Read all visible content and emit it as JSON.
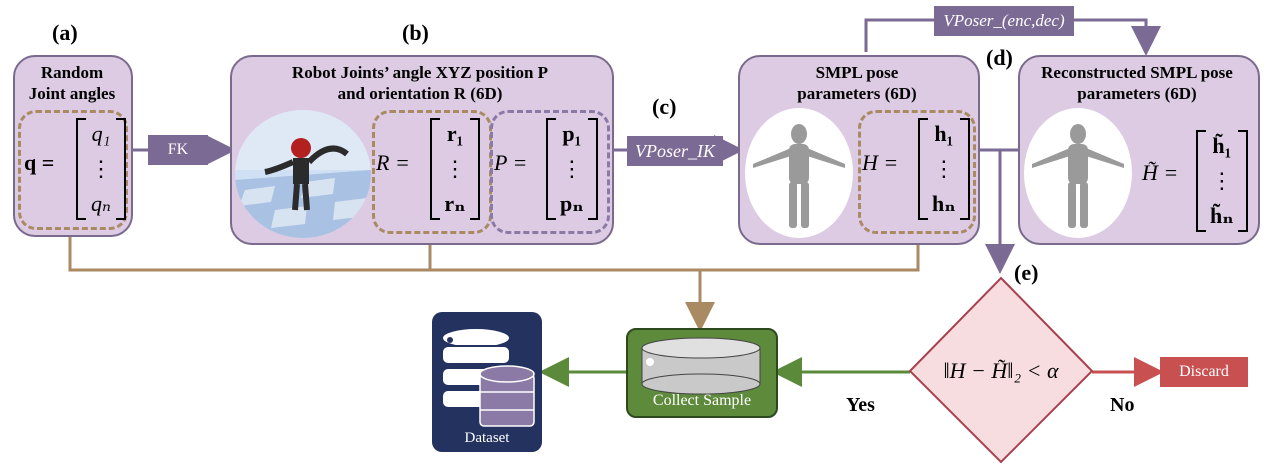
{
  "panels": {
    "a": "(a)",
    "b": "(b)",
    "c": "(c)",
    "d": "(d)",
    "e": "(e)"
  },
  "box_a": {
    "title_line1": "Random",
    "title_line2": "Joint angles",
    "var": "q =",
    "m_top": "q₁",
    "m_mid": "⋮",
    "m_bot": "qₙ"
  },
  "box_b": {
    "title_line1": "Robot Joints’ angle XYZ position P",
    "title_line2": "and orientation R (6D)",
    "r_var": "R =",
    "r_top": "r₁",
    "r_mid": "⋮",
    "r_bot": "rₙ",
    "p_var": "P =",
    "p_top": "p₁",
    "p_mid": "⋮",
    "p_bot": "pₙ"
  },
  "box_c": {
    "title_line1": "SMPL pose",
    "title_line2": "parameters (6D)",
    "var": "H =",
    "m_top": "h₁",
    "m_mid": "⋮",
    "m_bot": "hₙ"
  },
  "box_d": {
    "title_line1": "Reconstructed SMPL pose",
    "title_line2": "parameters (6D)",
    "var": "H̃ =",
    "m_top": "h̃₁",
    "m_mid": "⋮",
    "m_bot": "h̃ₙ"
  },
  "tags": {
    "fk": "FK",
    "vposer_ik": "VPoser_IK",
    "vposer_encdec": "VPoser_(enc,dec)"
  },
  "decision": {
    "condition": "‖H − H̃‖₂ < α",
    "yes": "Yes",
    "no": "No"
  },
  "outputs": {
    "discard": "Discard",
    "collect": "Collect Sample",
    "dataset": "Dataset"
  },
  "colors": {
    "box_fill": "#dccbe3",
    "tag_fill": "#7b6a94",
    "tan_line": "#a98a63",
    "green": "#5a8a3a",
    "red": "#c85050",
    "diamond": "#f7dde0",
    "dataset_bg": "#23325f"
  }
}
